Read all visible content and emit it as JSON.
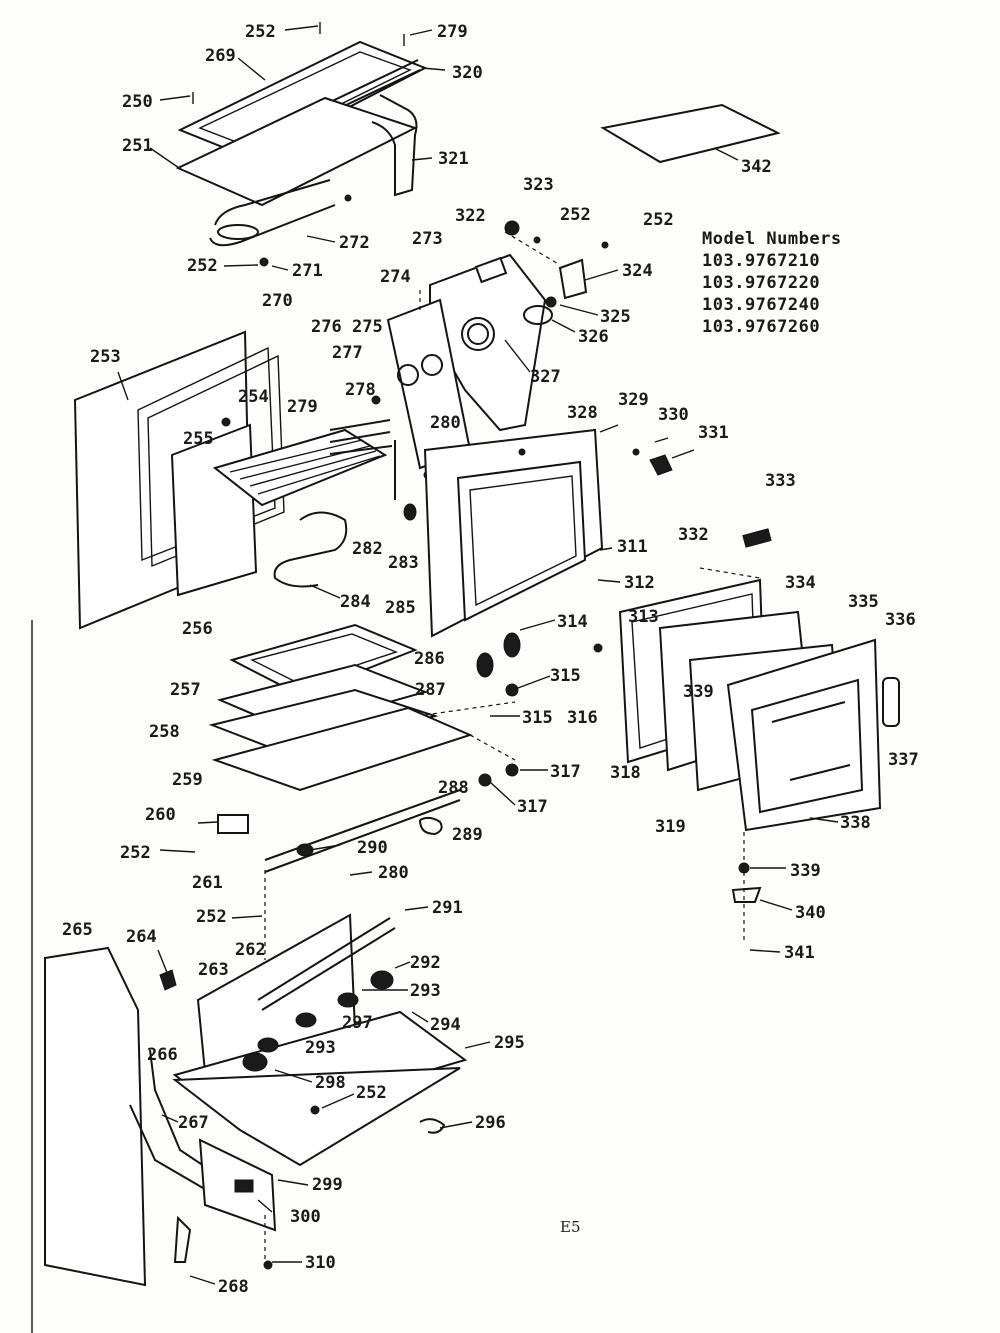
{
  "model_block": {
    "heading": "Model Numbers",
    "numbers": [
      "103.9767210",
      "103.9767220",
      "103.9767240",
      "103.9767260"
    ]
  },
  "footer_mark": "E5",
  "part_labels": {
    "p252a": "252",
    "p279a": "279",
    "p269": "269",
    "p320": "320",
    "p250": "250",
    "p251": "251",
    "p321": "321",
    "p342": "342",
    "p323": "323",
    "p322": "322",
    "p252b": "252",
    "p252c": "252",
    "p272": "272",
    "p273": "273",
    "p252d": "252",
    "p271": "271",
    "p324": "324",
    "p270": "270",
    "p274": "274",
    "p325": "325",
    "p276": "276",
    "p275": "275",
    "p326": "326",
    "p253": "253",
    "p277": "277",
    "p327": "327",
    "p254": "254",
    "p278": "278",
    "p279b": "279",
    "p328": "328",
    "p329": "329",
    "p330": "330",
    "p331": "331",
    "p280a": "280",
    "p255": "255",
    "p333": "333",
    "p282": "282",
    "p283": "283",
    "p311": "311",
    "p332": "332",
    "p312": "312",
    "p334": "334",
    "p335": "335",
    "p256": "256",
    "p284": "284",
    "p285": "285",
    "p314": "314",
    "p313": "313",
    "p336": "336",
    "p286": "286",
    "p315a": "315",
    "p257": "257",
    "p287": "287",
    "p339a": "339",
    "p315b": "315",
    "p316": "316",
    "p258": "258",
    "p337": "337",
    "p317a": "317",
    "p318": "318",
    "p259": "259",
    "p288": "288",
    "p317b": "317",
    "p338": "338",
    "p319": "319",
    "p260": "260",
    "p289": "289",
    "p252e": "252",
    "p290": "290",
    "p339b": "339",
    "p261": "261",
    "p280b": "280",
    "p340": "340",
    "p252f": "252",
    "p291": "291",
    "p262": "262",
    "p341": "341",
    "p265": "265",
    "p264": "264",
    "p292": "292",
    "p263": "263",
    "p293a": "293",
    "p297": "297",
    "p294": "294",
    "p293b": "293",
    "p295": "295",
    "p266": "266",
    "p298": "298",
    "p252g": "252",
    "p267": "267",
    "p296": "296",
    "p299": "299",
    "p300": "300",
    "p310": "310",
    "p268": "268"
  }
}
